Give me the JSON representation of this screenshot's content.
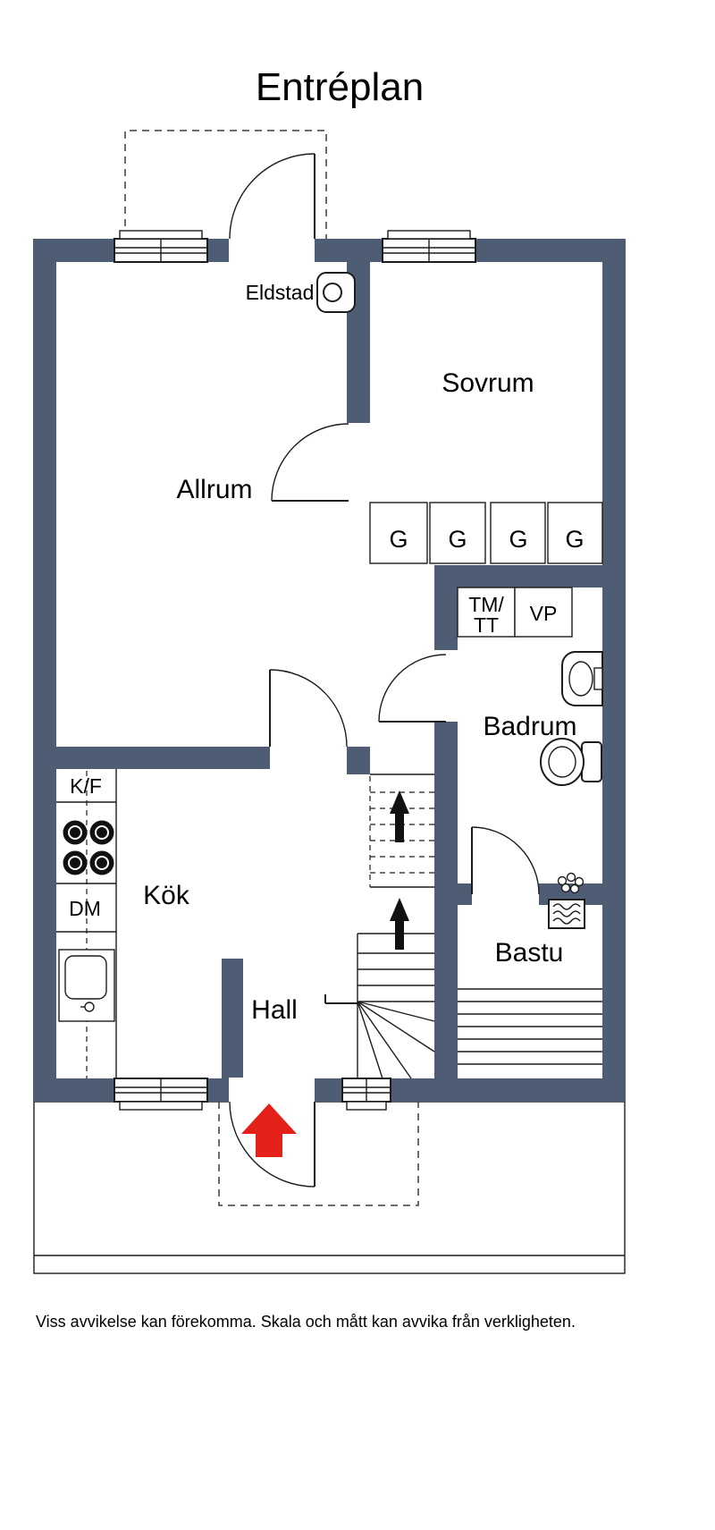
{
  "title": "Entréplan",
  "disclaimer": "Viss avvikelse kan förekomma. Skala och mått kan avvika från verkligheten.",
  "colors": {
    "wall": "#4e5d73",
    "arrow_red": "#e32119",
    "line": "#1c1c1c"
  },
  "labels": {
    "allrum": "Allrum",
    "sovrum": "Sovrum",
    "kok": "Kök",
    "hall": "Hall",
    "badrum": "Badrum",
    "bastu": "Bastu",
    "eldstad": "Eldstad",
    "kf": "K/F",
    "dm": "DM",
    "tm_line1": "TM/",
    "tm_line2": "TT",
    "vp": "VP"
  },
  "wardrobes": [
    "G",
    "G",
    "G",
    "G"
  ]
}
